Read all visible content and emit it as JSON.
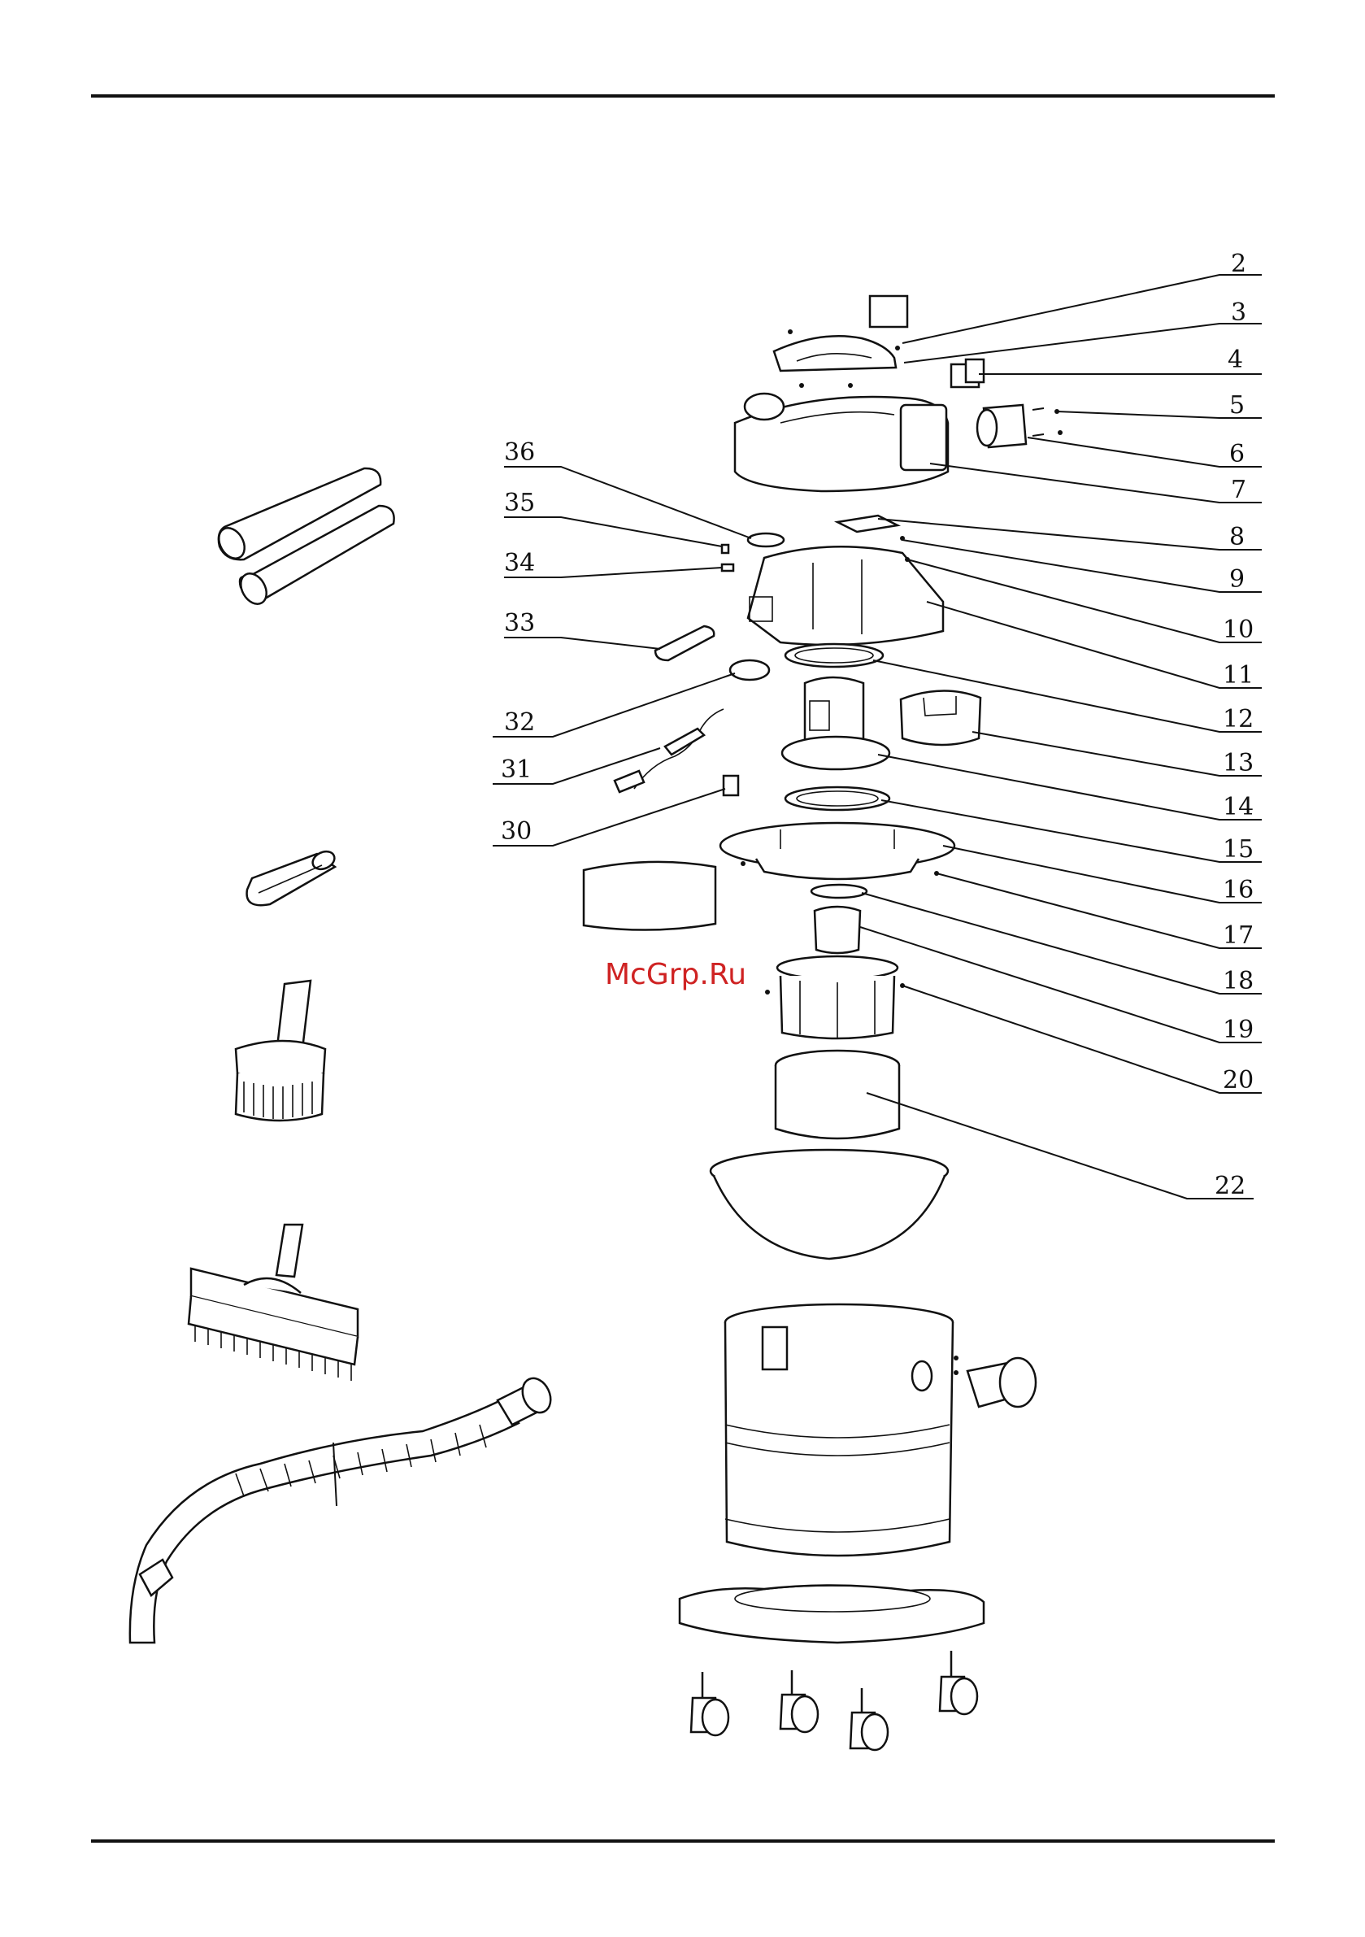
{
  "diagram": {
    "labels_left": [
      "36",
      "35",
      "34",
      "33",
      "32",
      "31",
      "30"
    ],
    "labels_right": [
      "2",
      "3",
      "4",
      "5",
      "6",
      "7",
      "8",
      "9",
      "10",
      "11",
      "12",
      "13",
      "14",
      "15",
      "16",
      "17",
      "18",
      "19",
      "20",
      "22"
    ]
  },
  "watermark": "McGrp.Ru",
  "colors": {
    "ink": "#111111",
    "watermark": "#cf2323",
    "paper": "#ffffff"
  }
}
